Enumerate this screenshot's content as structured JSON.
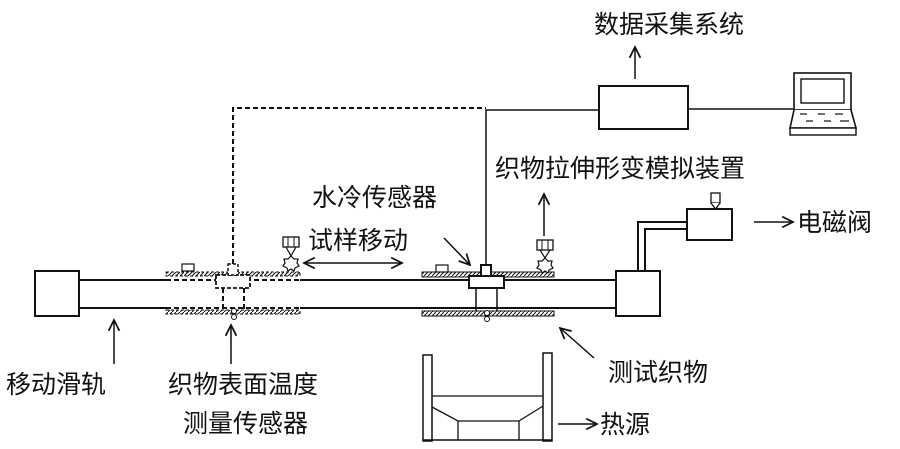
{
  "diagram": {
    "title": "Fabric thermal protection test apparatus schematic",
    "labels": {
      "data_acquisition": "数据采集系统",
      "stretch_device": "织物拉伸形变模拟装置",
      "water_cooled_sensor": "水冷传感器",
      "sample_movement": "试样移动",
      "solenoid_valve": "电磁阀",
      "moving_rail": "移动滑轨",
      "surface_temp_sensor_line1": "织物表面温度",
      "surface_temp_sensor_line2": "测量传感器",
      "test_fabric": "测试织物",
      "heat_source": "热源"
    },
    "components": [
      "moving-rail-end-block",
      "rail",
      "surface-temperature-sensor",
      "water-cooled-sensor",
      "fabric-holder",
      "tension-clamps",
      "solenoid-valve",
      "data-acquisition-box",
      "laptop",
      "heat-source"
    ],
    "colors": {
      "line": "#111111",
      "background": "#ffffff"
    }
  }
}
